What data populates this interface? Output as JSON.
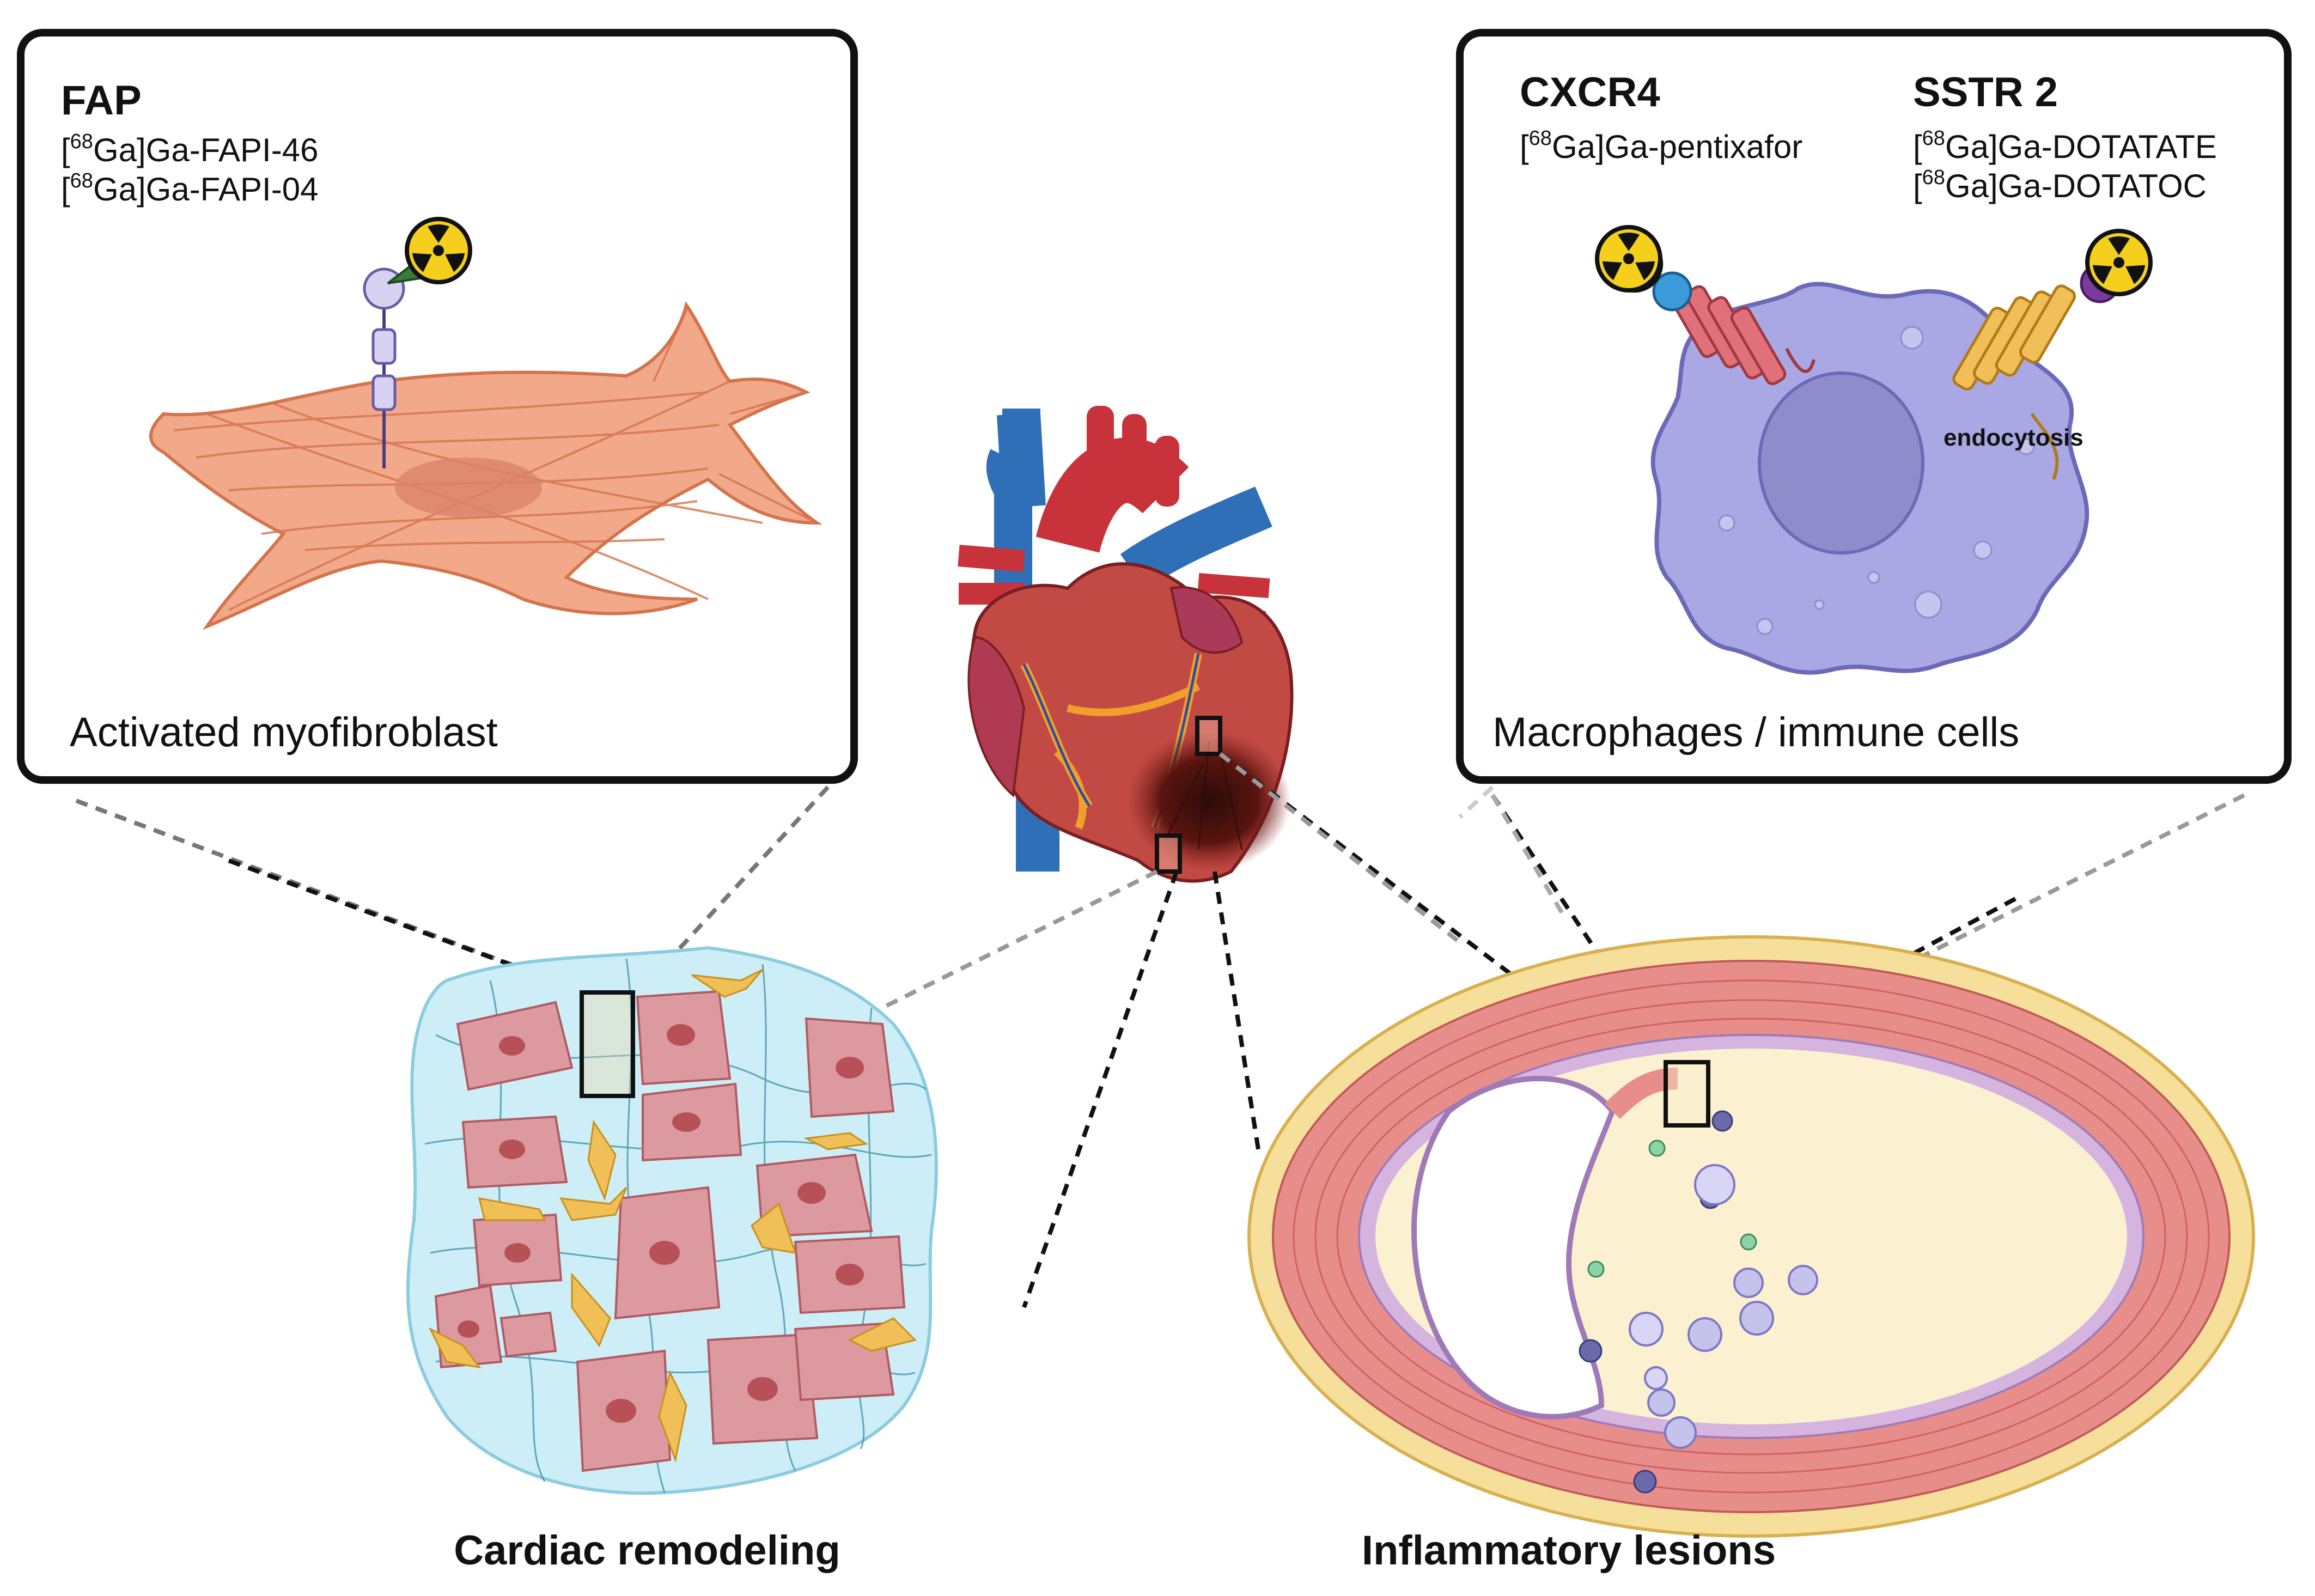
{
  "fap_panel": {
    "title": "FAP",
    "tracer_1": {
      "sup": "68",
      "pre": "[",
      "post": "Ga]Ga-FAPI-46"
    },
    "tracer_2": {
      "sup": "68",
      "pre": "[",
      "post": "Ga]Ga-FAPI-04"
    },
    "caption": "Activated myofibroblast"
  },
  "immune_panel": {
    "cxcr4": {
      "title": "CXCR4",
      "tracer_1": {
        "sup": "68",
        "pre": "[",
        "post": "Ga]Ga-pentixafor"
      }
    },
    "sstr2": {
      "title": "SSTR 2",
      "tracer_1": {
        "sup": "68",
        "pre": "[",
        "post": "Ga]Ga-DOTATATE"
      },
      "tracer_2": {
        "sup": "68",
        "pre": "[",
        "post": "Ga]Ga-DOTATOC"
      }
    },
    "endocytosis_label": "endocytosis",
    "caption": "Macrophages / immune cells"
  },
  "bottom_labels": {
    "left": "Cardiac remodeling",
    "right": "Inflammatory lesions"
  },
  "colors": {
    "panel_border": "#111111",
    "fibroblast": "#f2a98a",
    "macrophage": "#a9a8e4",
    "heart_red": "#c8323a",
    "vessel_blue": "#2e6fb8",
    "tissue_bg": "#cdeef6",
    "vessel_wall": "#e8868a",
    "radiation_yellow": "#f4d01c"
  },
  "icons": [
    "radiation-icon",
    "heart-icon",
    "myofibroblast-icon",
    "macrophage-icon",
    "tissue-icon",
    "vessel-cross-section-icon"
  ]
}
